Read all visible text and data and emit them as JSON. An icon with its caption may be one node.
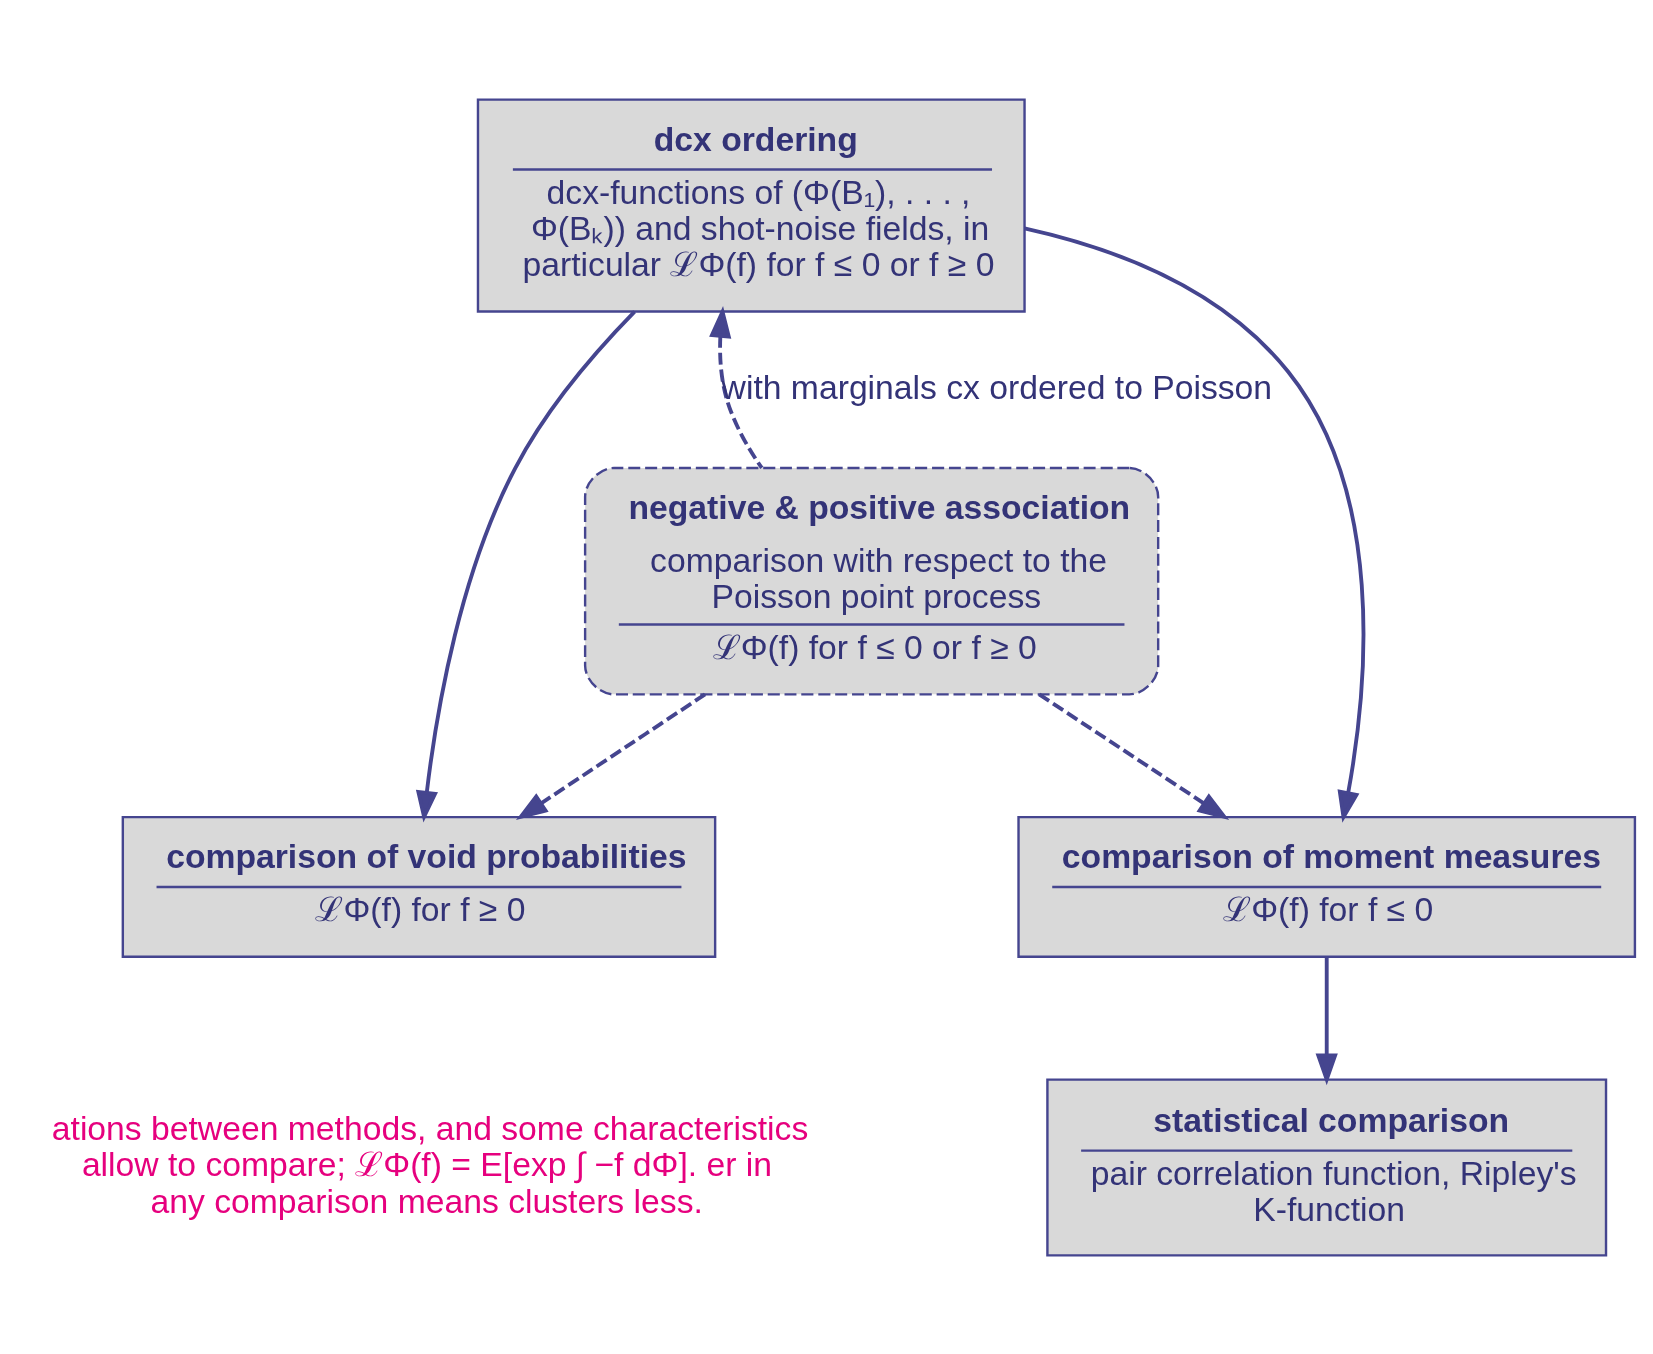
{
  "diagram": {
    "nodes": [
      {
        "text": [
          "dcx ordering",
          "dcx-functions of (Φ(B₁), . . . , Φ(Bₖ)) and shot-noise fields, in particular ℒΦ(f) for f ≤ 0 or f ≥ 0"
        ]
      },
      {
        "text": [
          "negative & positive association",
          "comparison with respect to the Poisson point process",
          "ℒΦ(f) for f ≤ 0 or f ≥ 0"
        ]
      },
      {
        "text": [
          "comparison of void probabilities",
          "ℒΦ(f) for f ≥ 0"
        ]
      },
      {
        "text": [
          "comparison of moment measures",
          "ℒΦ(f) for f ≤ 0"
        ]
      },
      {
        "text": [
          "statistical comparison",
          "pair correlation function, Ripley's K-function"
        ]
      }
    ],
    "edges": [
      {
        "from": 1,
        "to": 0,
        "arrow": "to",
        "style": "dashed",
        "label": "with marginals cx ordered to Poisson"
      },
      {
        "from": 0,
        "to": 2,
        "arrow": "to"
      },
      {
        "from": 0,
        "to": 3,
        "arrow": "to"
      },
      {
        "from": 1,
        "to": 2,
        "arrow": "to",
        "style": "dashed"
      },
      {
        "from": 1,
        "to": 3,
        "arrow": "to",
        "style": "dashed"
      },
      {
        "from": 3,
        "to": 4,
        "arrow": "to"
      }
    ],
    "labels": [
      "ations between methods, and some characteristics allow to compare; ℒΦ(f) = E[exp ∫ −f dΦ]. er in any comparison means clusters less."
    ]
  }
}
